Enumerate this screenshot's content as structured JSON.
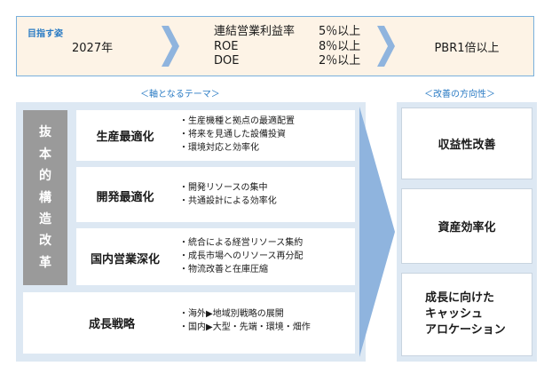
{
  "goal": {
    "label": "目指す姿",
    "year": "2027年",
    "targets": [
      {
        "name": "連結営業利益率",
        "value": "5％以上"
      },
      {
        "name": "ROE",
        "value": "8％以上"
      },
      {
        "name": "DOE",
        "value": "2％以上"
      }
    ],
    "pbr": "PBR1倍以上"
  },
  "themes_label": "＜軸となるテーマ＞",
  "direction_label": "＜改善の方向性＞",
  "reform_label": [
    "抜",
    "本",
    "的",
    "構",
    "造",
    "改",
    "革"
  ],
  "themes": [
    {
      "title": "生産最適化",
      "bullets": [
        "・生産機種と拠点の最適配置",
        "・将来を見通した設備投資",
        "・環境対応と効率化"
      ]
    },
    {
      "title": "開発最適化",
      "bullets": [
        "・開発リソースの集中",
        "・共通設計による効率化"
      ]
    },
    {
      "title": "国内営業深化",
      "bullets": [
        "・統合による経営リソース集約",
        "・成長市場へのリソース再分配",
        "・物流改善と在庫圧縮"
      ]
    },
    {
      "title": "成長戦略",
      "bullets": [
        "・海外▶地域別戦略の展開",
        "・国内▶大型・先端・環境・畑作"
      ]
    }
  ],
  "directions": [
    {
      "lines": [
        "収益性改善"
      ]
    },
    {
      "lines": [
        "資産効率化"
      ]
    },
    {
      "lines": [
        "成長に向けた",
        "キャッシュ",
        "アロケーション"
      ]
    }
  ],
  "colors": {
    "accent_blue": "#2a7bc4",
    "arrow_blue": "#8fb4de",
    "panel_bg": "#dde8f3",
    "goal_bg": "#fdf3e6",
    "reform_gray": "#9a9a9a"
  }
}
